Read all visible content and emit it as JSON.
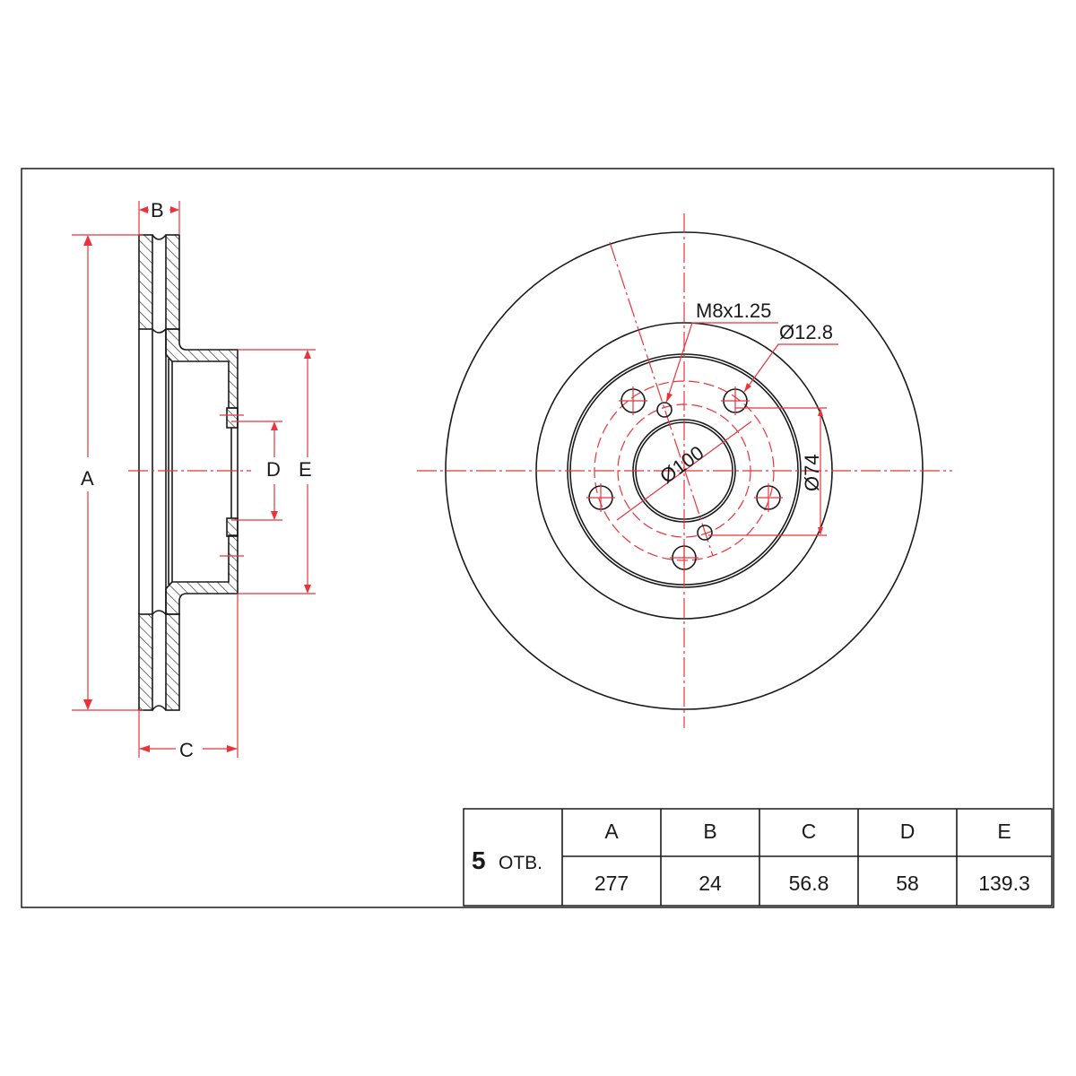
{
  "side_view": {
    "labels": {
      "a": "A",
      "b": "B",
      "c": "C",
      "d": "D",
      "e": "E"
    }
  },
  "front_view": {
    "thread_label": "M8x1.25",
    "hole_diameter_label": "Ø12.8",
    "pcd_label": "Ø100",
    "hub_label": "Ø74"
  },
  "spec_table": {
    "holes_label": "5",
    "holes_suffix": "ОТВ.",
    "headers": [
      "A",
      "B",
      "C",
      "D",
      "E"
    ],
    "values": [
      "277",
      "24",
      "56.8",
      "58",
      "139.3"
    ]
  },
  "colors": {
    "dimension": "#e8343a",
    "outline": "#1a1a1a"
  }
}
